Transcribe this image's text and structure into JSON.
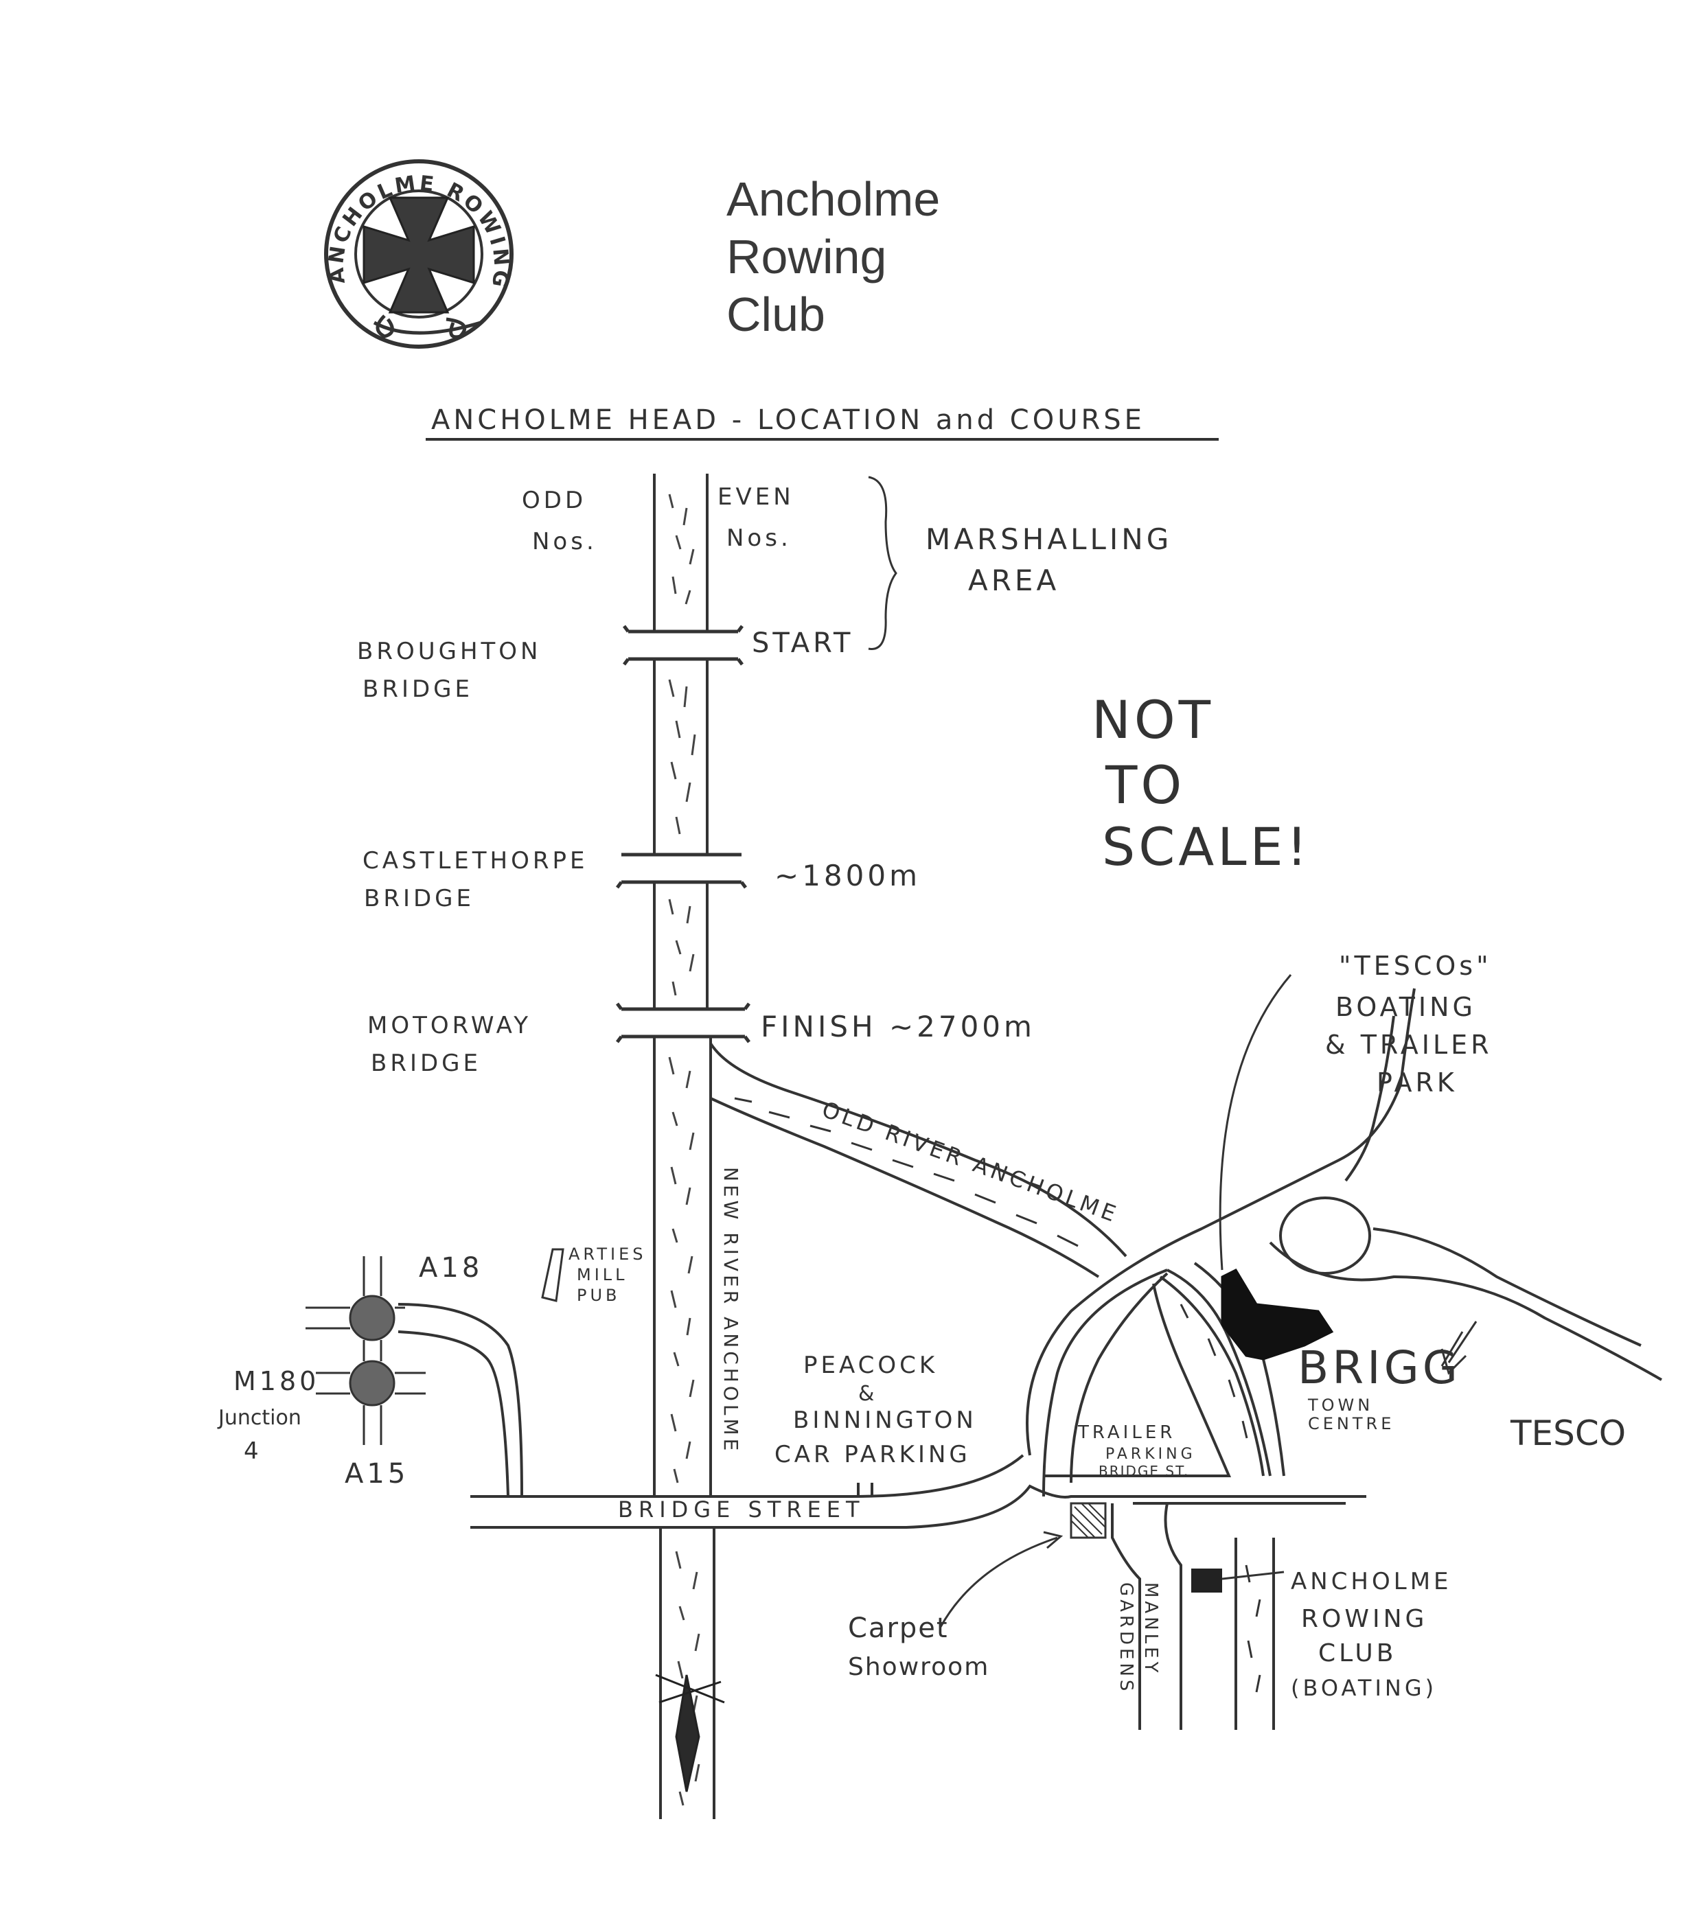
{
  "header": {
    "logo_text": "ANCHOLME ROWING CLUB",
    "club_name_lines": [
      "Ancholme",
      "Rowing",
      "Club"
    ],
    "map_title": "ANCHOLME HEAD - LOCATION and COURSE"
  },
  "notes": {
    "not_to_scale": [
      "NOT",
      "TO",
      "SCALE!"
    ]
  },
  "labels": {
    "odd_nos": [
      "ODD",
      "Nos."
    ],
    "even_nos": [
      "EVEN",
      "Nos."
    ],
    "marshalling": [
      "MARSHALLING",
      "AREA"
    ],
    "broughton": [
      "BROUGHTON",
      "BRIDGE"
    ],
    "start": "START",
    "castlethorpe": [
      "CASTLETHORPE",
      "BRIDGE"
    ],
    "dist_1800": "~1800m",
    "motorway": [
      "MOTORWAY",
      "BRIDGE"
    ],
    "finish": "FINISH ~2700m",
    "old_river": "OLD RIVER ANCHOLME",
    "new_river": "NEW RIVER ANCHOLME",
    "tescos_park": [
      "\"TESCOs\"",
      "BOATING",
      "& TRAILER",
      "PARK"
    ],
    "a18": "A18",
    "arties": [
      "ARTIES",
      "MILL",
      "PUB"
    ],
    "m180": [
      "M180",
      "Junction",
      "4"
    ],
    "a15": "A15",
    "peacock": [
      "PEACOCK",
      "&",
      "BINNINGTON",
      "CAR PARKING"
    ],
    "trailer_parking": [
      "TRAILER",
      "PARKING",
      "BRIDGE ST."
    ],
    "brigg": "BRIGG",
    "town_centre": [
      "TOWN",
      "CENTRE"
    ],
    "tesco": "TESCO",
    "bridge_street": "BRIDGE STREET",
    "carpet": [
      "Carpet",
      "Showroom"
    ],
    "manley": [
      "MANLEY",
      "GARDENS"
    ],
    "ancholme_rc": [
      "ANCHOLME",
      "ROWING",
      "CLUB",
      "(BOATING)"
    ]
  }
}
